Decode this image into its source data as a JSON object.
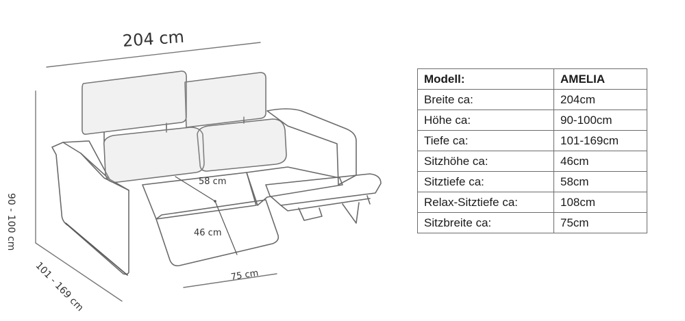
{
  "dimensions": {
    "width": "204 cm",
    "height": "90 - 100 cm",
    "depth": "101 - 169 cm",
    "seat_width": "75 cm",
    "seat_depth": "58 cm",
    "seat_height": "46 cm"
  },
  "spec_table": {
    "rows": [
      {
        "label": "Modell:",
        "value": "AMELIA"
      },
      {
        "label": "Breite ca:",
        "value": "204cm"
      },
      {
        "label": "Höhe ca:",
        "value": "90-100cm"
      },
      {
        "label": "Tiefe ca:",
        "value": "101-169cm"
      },
      {
        "label": "Sitzhöhe ca:",
        "value": "46cm"
      },
      {
        "label": "Sitztiefe ca:",
        "value": "58cm"
      },
      {
        "label": "Relax-Sitztiefe ca:",
        "value": "108cm"
      },
      {
        "label": "Sitzbreite ca:",
        "value": "75cm"
      }
    ]
  }
}
